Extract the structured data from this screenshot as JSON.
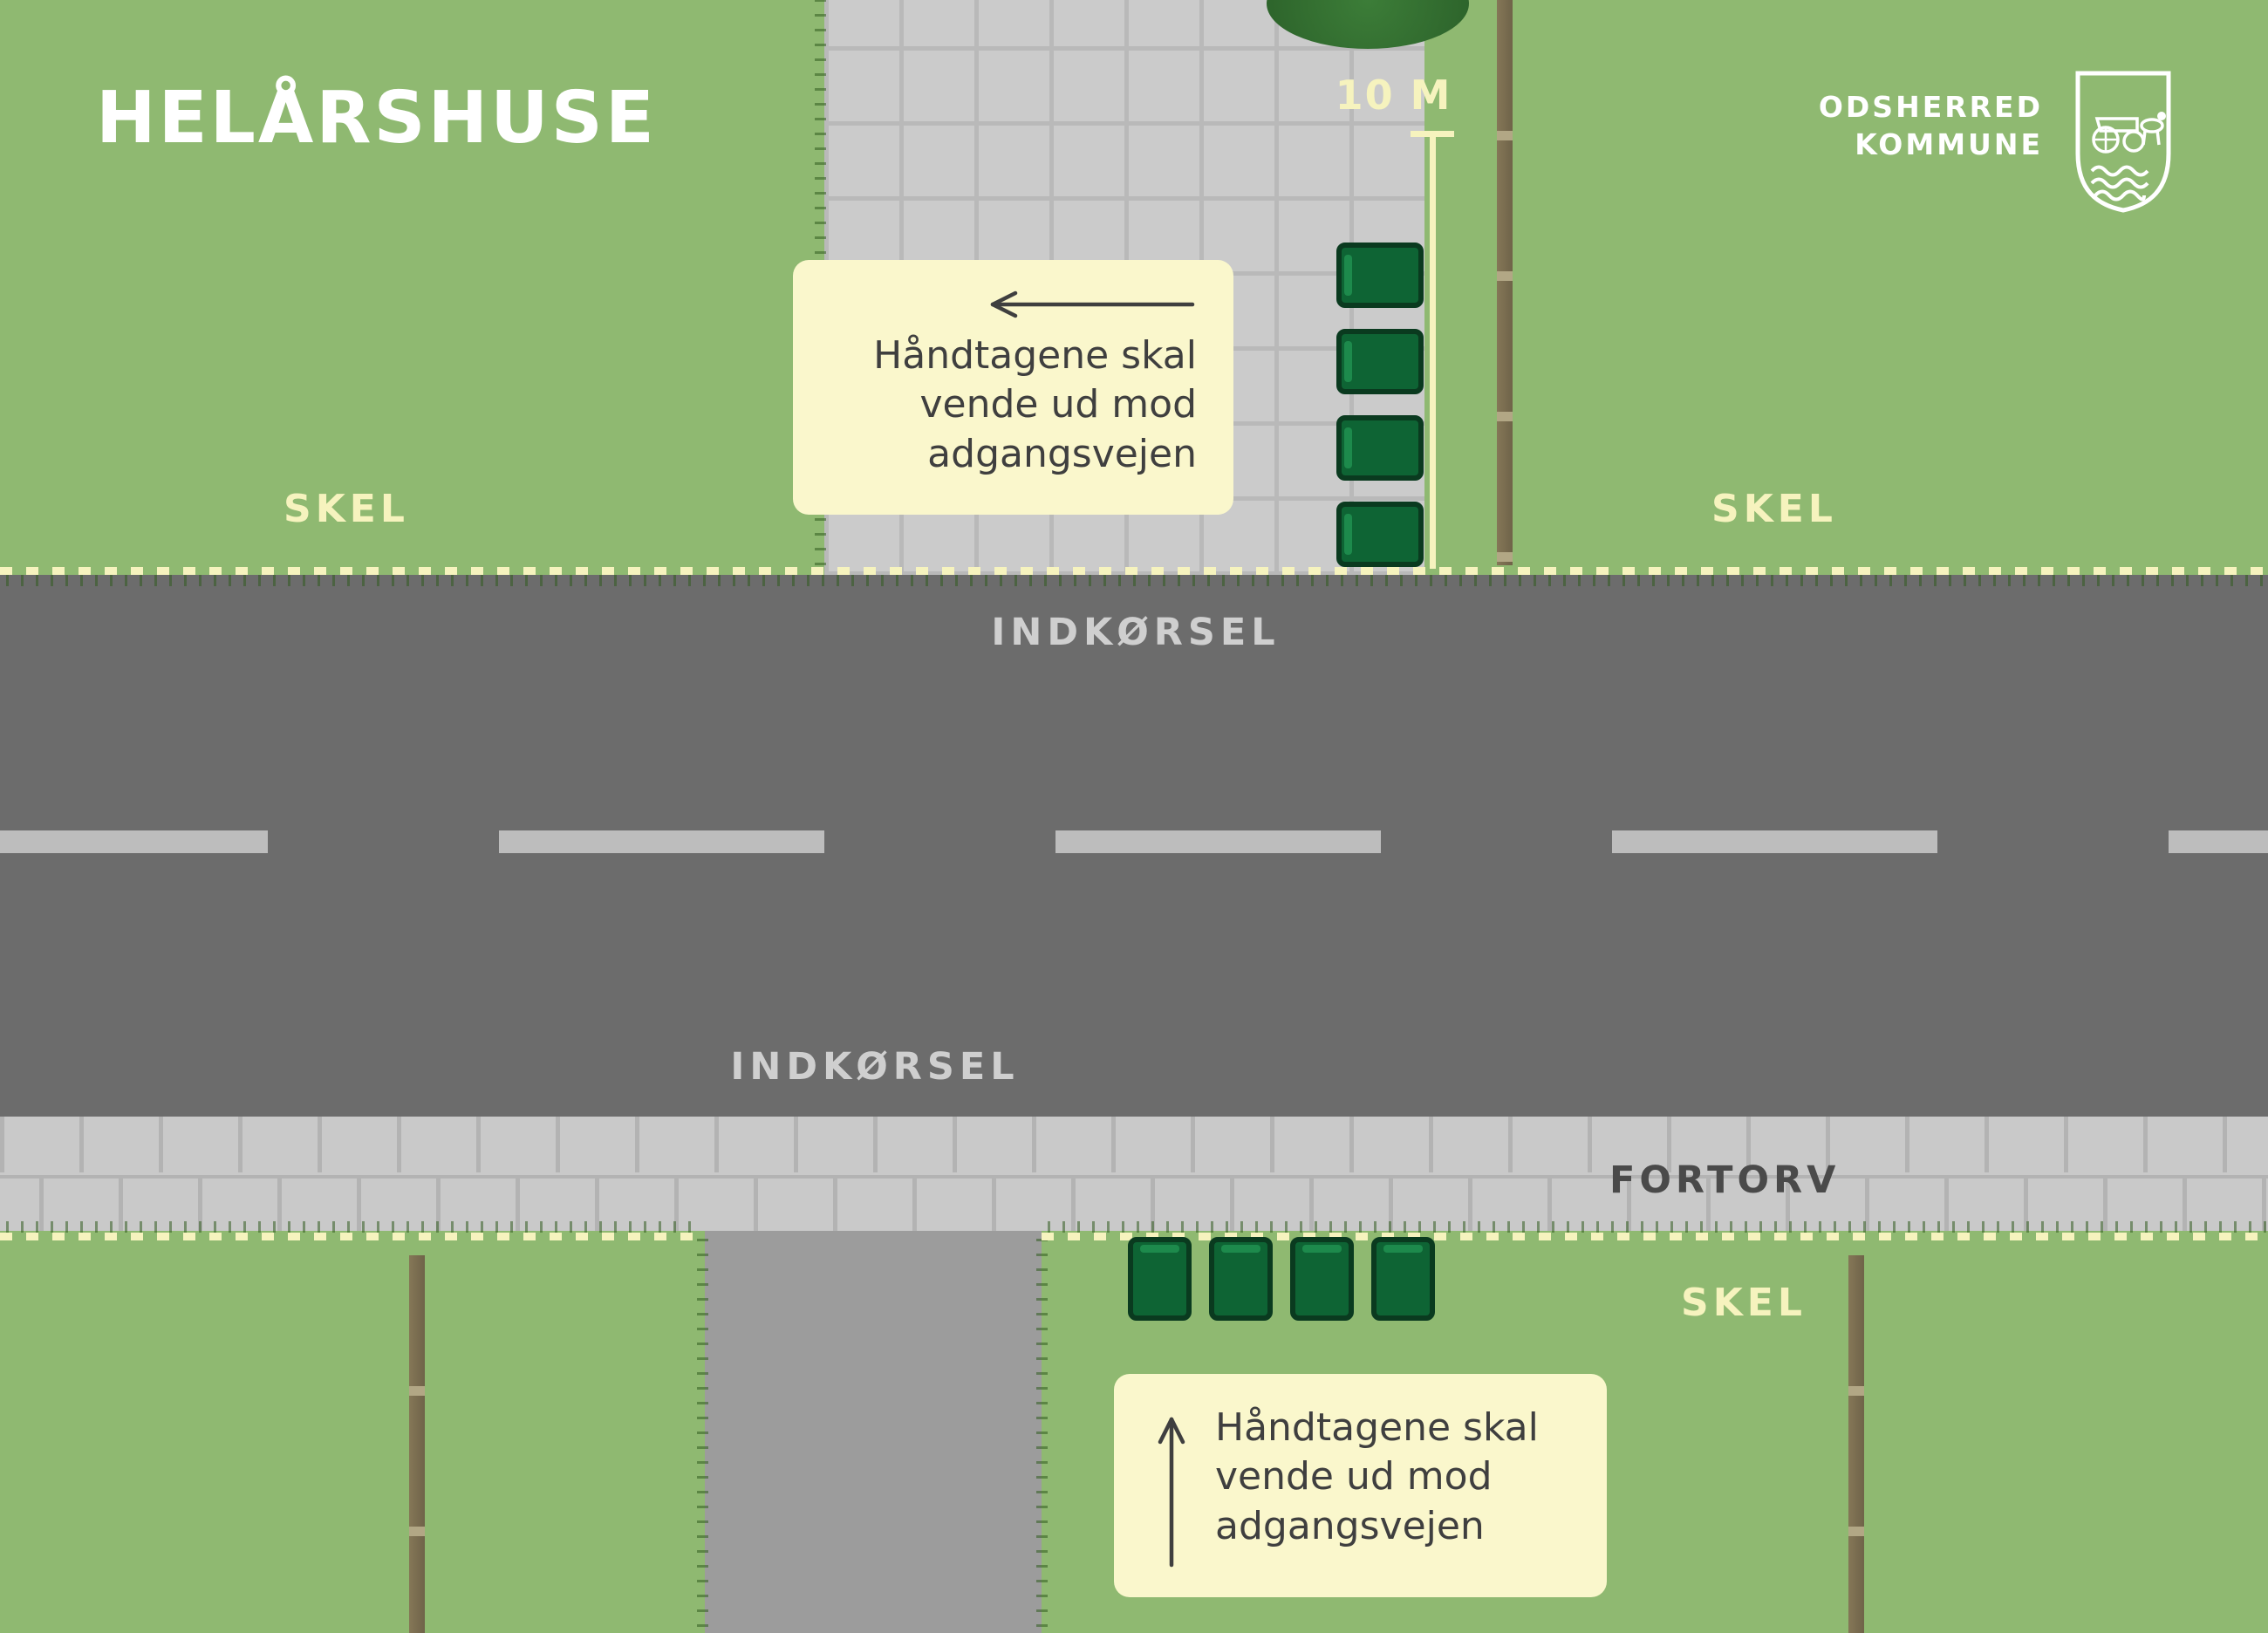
{
  "title": "HELÅRSHUSE",
  "logo": {
    "line1": "ODSHERRED",
    "line2": "KOMMUNE"
  },
  "measurement": {
    "label": "10 M"
  },
  "boundaries": {
    "skel_top_left": "SKEL",
    "skel_top_right": "SKEL",
    "skel_bottom": "SKEL"
  },
  "road": {
    "indkorsel_top": "INDKØRSEL",
    "indkorsel_bottom": "INDKØRSEL",
    "fortorv": "FORTORV"
  },
  "notes": {
    "top": "Håndtagene skal\nvende ud mod\nadgangsvejen",
    "bottom": "Håndtagene skal\nvende ud mod\nadgangsvejen"
  },
  "bins": {
    "top_count": 4,
    "bottom_count": 4
  },
  "colors": {
    "grass": "#8fb971",
    "road": "#6c6c6c",
    "sidewalk": "#c9c9c9",
    "driveway_tiles": "#cbcbcb",
    "driveway_bottom": "#9c9c9c",
    "cream_accent": "#f6f3be",
    "note_background": "#faf7cc",
    "bin_green": "#0e6434",
    "bin_border": "#0a3a1f",
    "text_dark": "#3f3f3f"
  }
}
